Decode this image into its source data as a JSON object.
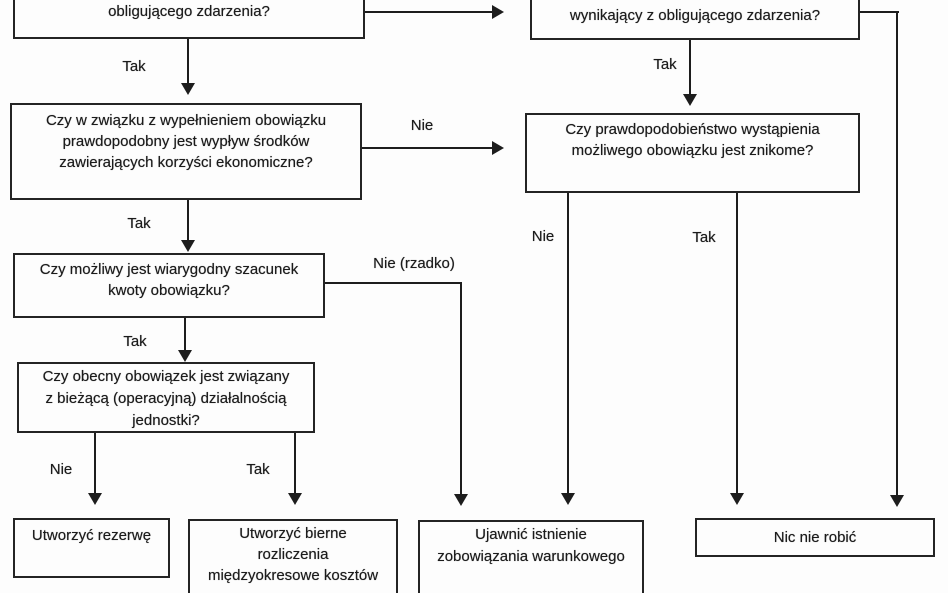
{
  "flowchart": {
    "boxes": {
      "present_obligation": {
        "line1": "obligującego zdarzenia?"
      },
      "possible_obligation": {
        "line1": "wynikający z obligującego zdarzenia?"
      },
      "outflow_probable": {
        "line1": "Czy w związku z wypełnieniem obowiązku",
        "line2": "prawdopodobny jest wypływ środków",
        "line3": "zawierających korzyści ekonomiczne?"
      },
      "probability_remote": {
        "line1": "Czy prawdopodobieństwo wystąpienia",
        "line2": "możliwego obowiązku jest znikome?"
      },
      "reliable_estimate": {
        "line1": "Czy możliwy jest wiarygodny szacunek",
        "line2": "kwoty obowiązku?"
      },
      "operating_activity": {
        "line1": "Czy obecny obowiązek jest związany",
        "line2": "z bieżącą (operacyjną) działalnością",
        "line3": "jednostki?"
      },
      "create_provision": {
        "line1": "Utworzyć rezerwę"
      },
      "create_accruals": {
        "line1": "Utworzyć bierne",
        "line2": "rozliczenia",
        "line3": "międzyokresowe kosztów"
      },
      "disclose_contingent": {
        "line1": "Ujawnić istnienie",
        "line2": "zobowiązania warunkowego"
      },
      "do_nothing": {
        "line1": "Nic nie robić"
      }
    },
    "labels": {
      "yes": "Tak",
      "no": "Nie",
      "no_rarely": "Nie (rzadko)"
    },
    "colors": {
      "ink": "#1b1b1b",
      "paper": "#fdfdfd"
    }
  }
}
